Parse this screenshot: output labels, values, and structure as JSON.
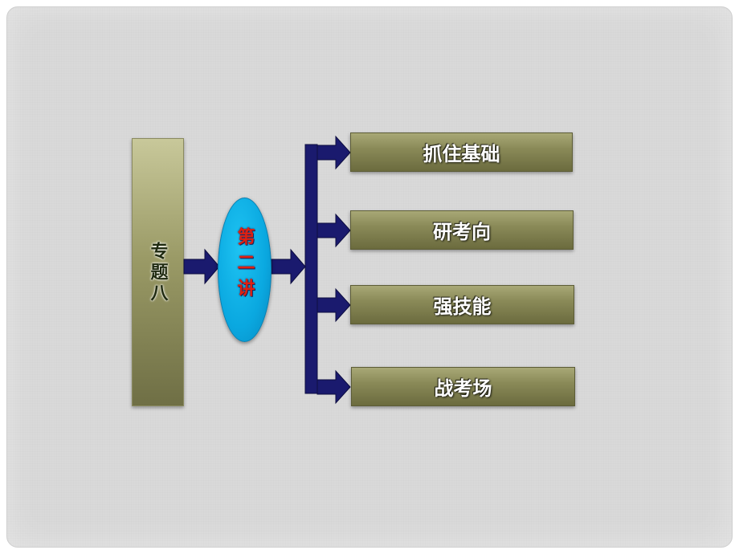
{
  "left_panel": {
    "label": "专题八"
  },
  "center_node": {
    "label": "第二讲"
  },
  "branches": [
    {
      "label": "抓住基础"
    },
    {
      "label": "研考向"
    },
    {
      "label": "强技能"
    },
    {
      "label": "战考场"
    }
  ],
  "colors": {
    "background": "#d9d9d9",
    "panel_olive": "#8a8a58",
    "ellipse_blue": "#0aa8e0",
    "arrow_navy": "#1a1a6e",
    "center_text": "#e02010"
  }
}
